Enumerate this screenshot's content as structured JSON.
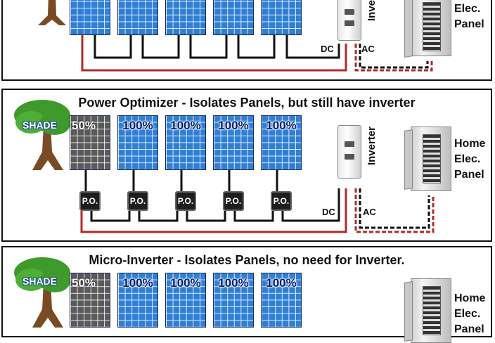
{
  "sections": [
    {
      "title": "",
      "inverter_label": "Inve",
      "dc_label": "DC",
      "ac_label": "AC",
      "home_panel": [
        "Elec.",
        "Panel"
      ]
    },
    {
      "title": "Power Optimizer - Isolates Panels, but still have inverter",
      "shade_label": "SHADE",
      "panel_values": [
        "50%",
        "100%",
        "100%",
        "100%",
        "100%"
      ],
      "optimizer_label": "P.O.",
      "inverter_label": "Inverter",
      "dc_label": "DC",
      "ac_label": "AC",
      "home_panel": [
        "Home",
        "Elec.",
        "Panel"
      ]
    },
    {
      "title": "Micro-Inverter - Isolates Panels, no need for Inverter.",
      "shade_label": "SHADE",
      "panel_values": [
        "50%",
        "100%",
        "100%",
        "100%",
        "100%"
      ],
      "home_panel": [
        "Home",
        "Elec.",
        "Panel"
      ]
    }
  ],
  "colors": {
    "panel_blue": "#2f7fd6",
    "shaded_panel": "#5a5a5a",
    "wire_red": "#b02a2a",
    "wire_black": "#111111"
  }
}
